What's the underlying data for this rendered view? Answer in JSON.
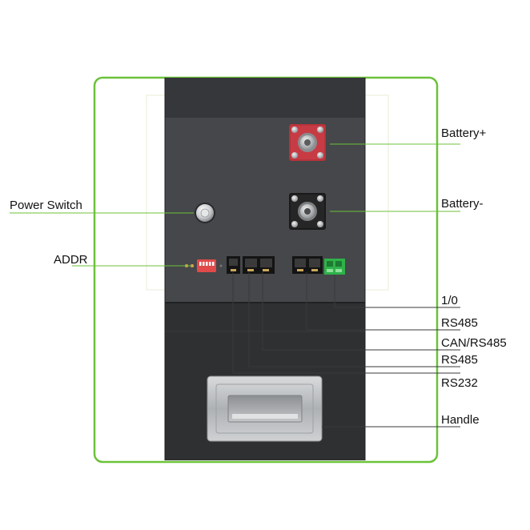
{
  "labels": {
    "battery_plus": "Battery+",
    "battery_minus": "Battery-",
    "power_switch": "Power Switch",
    "addr": "ADDR",
    "io": "1/0",
    "rs485_a": "RS485",
    "can_rs485": "CAN/RS485",
    "rs485_b": "RS485",
    "rs232": "RS232",
    "handle": "Handle"
  },
  "colors": {
    "frame": "#6cc23a",
    "leader": "#6cc23a",
    "cabinet": "#3b3d40",
    "cabinet_dark": "#2b2c2e",
    "battery_plus_terminal": "#b8323a",
    "battery_minus_terminal": "#1e1e1e",
    "addr_switch": "#e04a4a",
    "io_connector": "#2fb24a",
    "handle_metal": "#b9bcbf"
  }
}
